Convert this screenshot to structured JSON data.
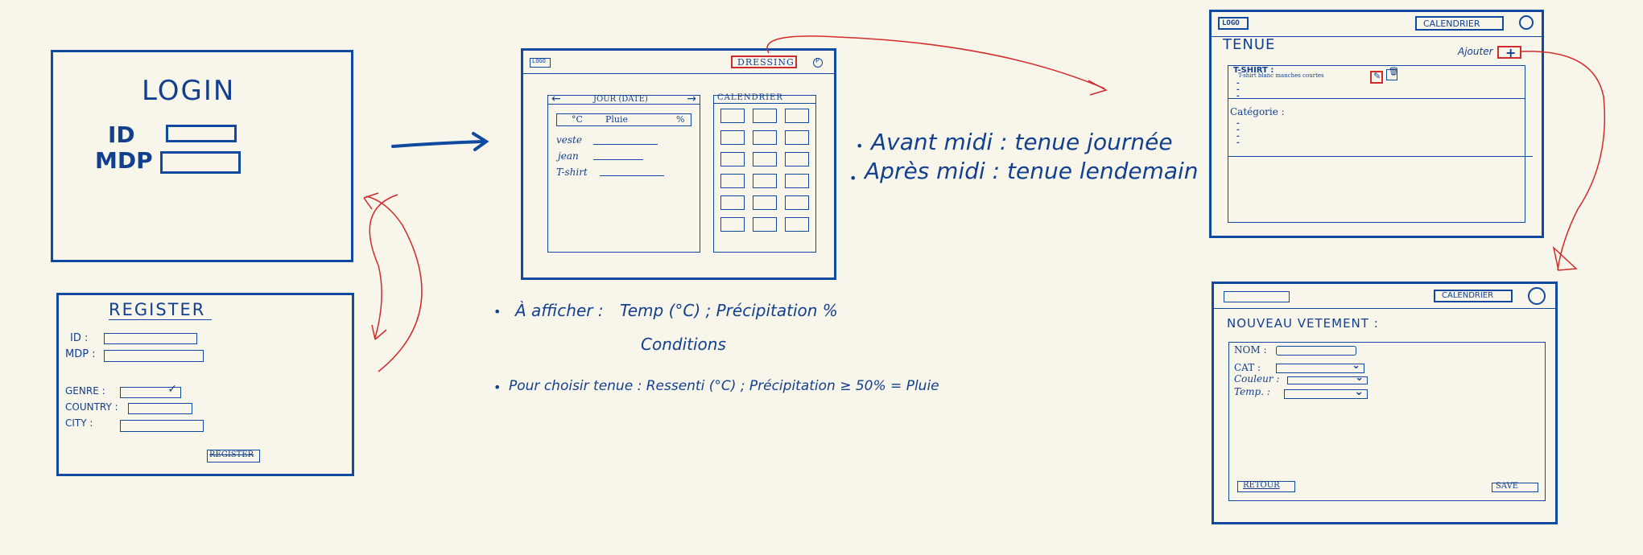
{
  "colors": {
    "ink": "#123f8e",
    "frame": "#0f4aa0",
    "arrow": "#d12b2b",
    "paper": "#f8f6ea"
  },
  "login": {
    "title": "LOGIN",
    "id_label": "ID",
    "mdp_label": "MDP"
  },
  "register": {
    "title": "REGISTER",
    "id_label": "ID :",
    "mdp_label": "MDP :",
    "genre_label": "GENRE :",
    "country_label": "COUNTRY :",
    "city_label": "CITY :",
    "button": "REGISTER"
  },
  "dressing": {
    "logo": "LOGO",
    "dressing_button": "DRESSING",
    "profile_icon": "P",
    "day_header": "JOUR (DATE)",
    "prev_icon": "arrow-left-icon",
    "next_icon": "arrow-right-icon",
    "weather": {
      "temp": "°C",
      "condition": "Pluie",
      "percent": "%"
    },
    "items": [
      "veste",
      "jean",
      "T-shirt"
    ],
    "calendar_title": "CALENDRIER"
  },
  "notes_dressing": {
    "line1_prefix": "À afficher :",
    "line1": "Temp (°C) ; Précipitation %",
    "line1b": "Conditions",
    "line2": "Pour choisir tenue : Ressenti (°C) ; Précipitation ≥ 50% = Pluie"
  },
  "notes_tenue": {
    "line1": "Avant midi : tenue journée",
    "line2": "Après midi : tenue lendemain"
  },
  "tenue": {
    "logo": "LOGO",
    "calendar_button": "CALENDRIER",
    "title": "TENUE",
    "add_label": "Ajouter",
    "add_icon": "+",
    "section1": "T-SHIRT :",
    "item1": "T-shirt blanc manches courtes",
    "section2": "Catégorie :"
  },
  "nouveau": {
    "calendar_button": "CALENDRIER",
    "title": "NOUVEAU VETEMENT :",
    "fields": [
      "NOM :",
      "CAT :",
      "Couleur :",
      "Temp. :"
    ],
    "back_button": "RETOUR",
    "save_button": "SAVE"
  }
}
